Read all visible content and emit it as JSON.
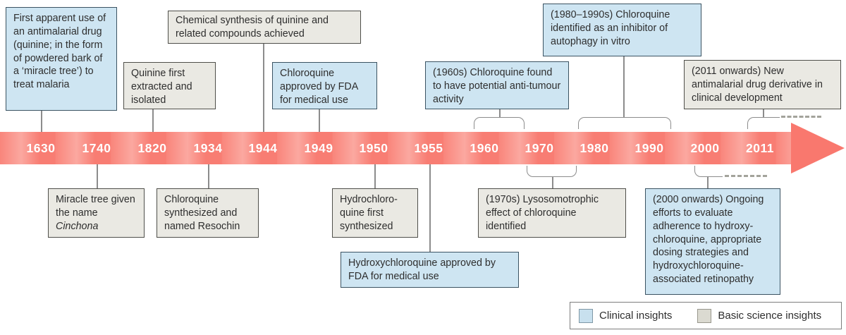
{
  "figure": {
    "type": "timeline-diagram",
    "subject": "History of antimalarial drugs (quinine, chloroquine, hydroxychloroquine)"
  },
  "timeline": {
    "years": [
      "1630",
      "1740",
      "1820",
      "1934",
      "1944",
      "1949",
      "1950",
      "1955",
      "1960",
      "1970",
      "1980",
      "1990",
      "2000",
      "2011"
    ]
  },
  "events": {
    "first_use": {
      "year": "1630",
      "category": "clinical",
      "text": "First apparent use of an antimalarial drug (quinine; in the form of powdered bark of a ‘miracle tree’) to treat malaria"
    },
    "cinchona": {
      "year": "1740",
      "category": "basic",
      "text": "Miracle tree given the name ",
      "italic": "Cinchona"
    },
    "quinine_isolated": {
      "year": "1820",
      "category": "basic",
      "text": "Quinine first extracted and isolated"
    },
    "resochin": {
      "year": "1934",
      "category": "basic",
      "text": "Chloroquine synthesized and named Resochin"
    },
    "chemical_synthesis": {
      "year": "1944",
      "category": "basic",
      "text": "Chemical synthesis of quinine and related compounds achieved"
    },
    "cq_fda": {
      "year": "1949",
      "category": "clinical",
      "text": "Chloroquine approved by FDA for medical use"
    },
    "hcq_synth": {
      "year": "1950",
      "category": "basic",
      "text": "Hydrochloro-quine first synthesized"
    },
    "hcq_fda": {
      "year": "1955",
      "category": "clinical",
      "text": "Hydroxychloroquine approved by FDA for medical use"
    },
    "cq_antitumour": {
      "year": "1960s",
      "category": "clinical",
      "text": "(1960s) Chloroquine found to have potential anti-tumour activity"
    },
    "lysosomotrophic": {
      "year": "1970s",
      "category": "basic",
      "text": "(1970s) Lysosomotrophic effect of chloroquine identified"
    },
    "cq_autophagy": {
      "year": "1980–1990s",
      "category": "clinical",
      "text": "(1980–1990s) Chloroquine identified as an inhibitor of autophagy in vitro"
    },
    "ongoing": {
      "year": "2000 onwards",
      "category": "clinical",
      "text": "(2000 onwards) Ongoing efforts to evaluate adherence to hydroxy-chloroquine, appropriate dosing strategies and hydroxychloroquine-associated retinopathy"
    },
    "new_derivative": {
      "year": "2011 onwards",
      "category": "basic",
      "text": "(2011 onwards) New antimalarial drug derivative in clinical development"
    }
  },
  "legend": {
    "clinical_label": "Clinical insights",
    "basic_label": "Basic science insights"
  },
  "colors": {
    "clinical_fill": "#cee5f2",
    "basic_fill": "#eae9e3",
    "arrow_dark": "#f87d73",
    "arrow_light": "#fba8a0",
    "year_text": "#ffffff"
  }
}
